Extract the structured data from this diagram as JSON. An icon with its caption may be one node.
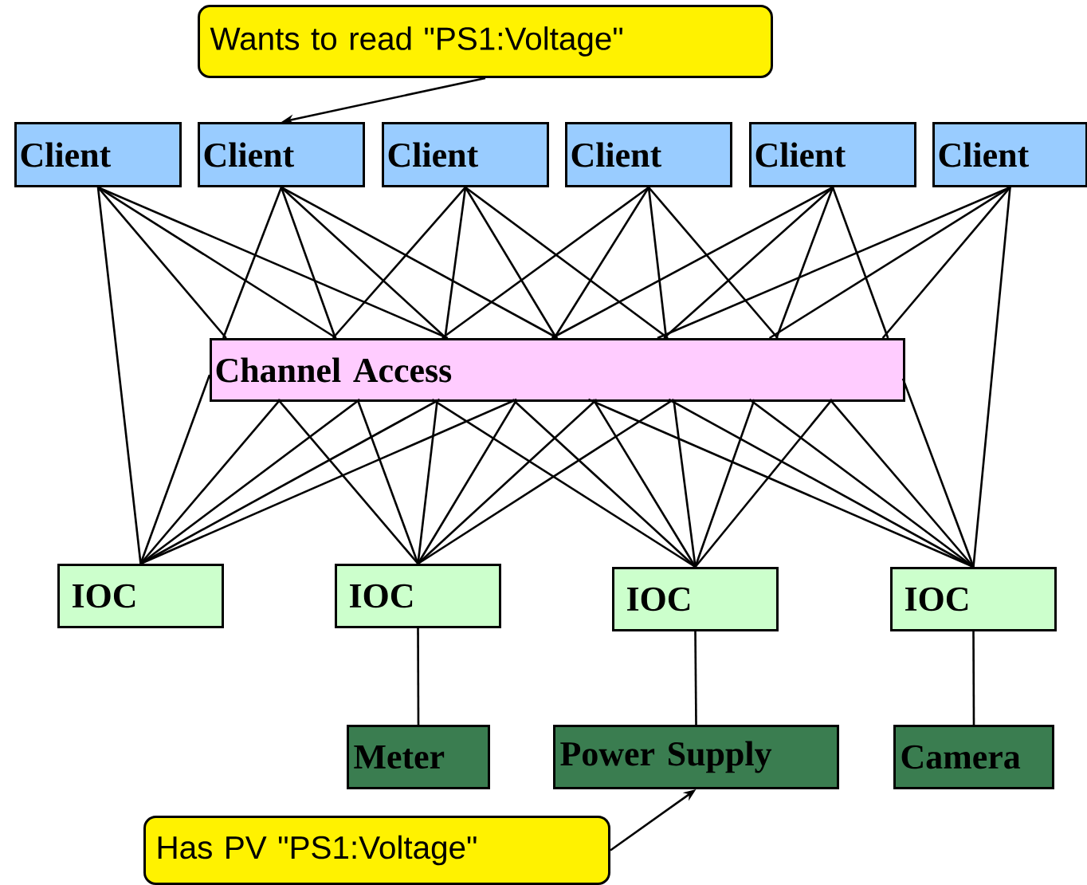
{
  "diagram": {
    "nodes": [
      {
        "text": [
          "Wants to read \"PS1:Voltage\""
        ]
      },
      {
        "text": [
          "Client"
        ]
      },
      {
        "text": [
          "Client"
        ]
      },
      {
        "text": [
          "Client"
        ]
      },
      {
        "text": [
          "Client"
        ]
      },
      {
        "text": [
          "Client"
        ]
      },
      {
        "text": [
          "Client"
        ]
      },
      {
        "text": [
          "Channel Access"
        ]
      },
      {
        "text": [
          "IOC"
        ]
      },
      {
        "text": [
          "IOC"
        ]
      },
      {
        "text": [
          "IOC"
        ]
      },
      {
        "text": [
          "IOC"
        ]
      },
      {
        "text": [
          "Meter"
        ]
      },
      {
        "text": [
          "Power Supply"
        ]
      },
      {
        "text": [
          "Camera"
        ]
      },
      {
        "text": [
          "Has PV \"PS1:Voltage\""
        ]
      }
    ],
    "edges": [
      {
        "from": 1,
        "to": 8,
        "arrow": "none"
      },
      {
        "from": 1,
        "to": 7,
        "arrow": "none"
      },
      {
        "from": 1,
        "to": 7,
        "arrow": "none"
      },
      {
        "from": 1,
        "to": 7,
        "arrow": "none"
      },
      {
        "from": 2,
        "to": 7,
        "arrow": "none"
      },
      {
        "from": 2,
        "to": 7,
        "arrow": "none"
      },
      {
        "from": 2,
        "to": 7,
        "arrow": "none"
      },
      {
        "from": 2,
        "to": 7,
        "arrow": "none"
      },
      {
        "from": 3,
        "to": 7,
        "arrow": "none"
      },
      {
        "from": 3,
        "to": 7,
        "arrow": "none"
      },
      {
        "from": 3,
        "to": 7,
        "arrow": "none"
      },
      {
        "from": 3,
        "to": 7,
        "arrow": "none"
      },
      {
        "from": 4,
        "to": 7,
        "arrow": "none"
      },
      {
        "from": 4,
        "to": 7,
        "arrow": "none"
      },
      {
        "from": 4,
        "to": 7,
        "arrow": "none"
      },
      {
        "from": 4,
        "to": 7,
        "arrow": "none"
      },
      {
        "from": 5,
        "to": 7,
        "arrow": "none"
      },
      {
        "from": 5,
        "to": 7,
        "arrow": "none"
      },
      {
        "from": 5,
        "to": 7,
        "arrow": "none"
      },
      {
        "from": 5,
        "to": 7,
        "arrow": "none"
      },
      {
        "from": 6,
        "to": 7,
        "arrow": "none"
      },
      {
        "from": 6,
        "to": 7,
        "arrow": "none"
      },
      {
        "from": 6,
        "to": 7,
        "arrow": "none"
      },
      {
        "from": 6,
        "to": 11,
        "arrow": "none"
      },
      {
        "from": 7,
        "to": 8,
        "arrow": "none"
      },
      {
        "from": 7,
        "to": 8,
        "arrow": "none"
      },
      {
        "from": 7,
        "to": 8,
        "arrow": "none"
      },
      {
        "from": 7,
        "to": 8,
        "arrow": "none"
      },
      {
        "from": 7,
        "to": 8,
        "arrow": "none"
      },
      {
        "from": 7,
        "to": 9,
        "arrow": "none"
      },
      {
        "from": 7,
        "to": 9,
        "arrow": "none"
      },
      {
        "from": 7,
        "to": 9,
        "arrow": "none"
      },
      {
        "from": 7,
        "to": 9,
        "arrow": "none"
      },
      {
        "from": 7,
        "to": 9,
        "arrow": "none"
      },
      {
        "from": 7,
        "to": 9,
        "arrow": "none"
      },
      {
        "from": 7,
        "to": 10,
        "arrow": "none"
      },
      {
        "from": 7,
        "to": 10,
        "arrow": "none"
      },
      {
        "from": 7,
        "to": 10,
        "arrow": "none"
      },
      {
        "from": 7,
        "to": 10,
        "arrow": "none"
      },
      {
        "from": 7,
        "to": 10,
        "arrow": "none"
      },
      {
        "from": 7,
        "to": 10,
        "arrow": "none"
      },
      {
        "from": 7,
        "to": 11,
        "arrow": "none"
      },
      {
        "from": 7,
        "to": 11,
        "arrow": "none"
      },
      {
        "from": 7,
        "to": 11,
        "arrow": "none"
      },
      {
        "from": 7,
        "to": 11,
        "arrow": "none"
      },
      {
        "from": 7,
        "to": 11,
        "arrow": "none"
      },
      {
        "from": 9,
        "to": 12,
        "arrow": "none"
      },
      {
        "from": 10,
        "to": 13,
        "arrow": "none"
      },
      {
        "from": 11,
        "to": 14,
        "arrow": "none"
      },
      {
        "from": 0,
        "to": 2,
        "arrow": "to"
      },
      {
        "from": 15,
        "to": 13,
        "arrow": "to"
      }
    ]
  }
}
